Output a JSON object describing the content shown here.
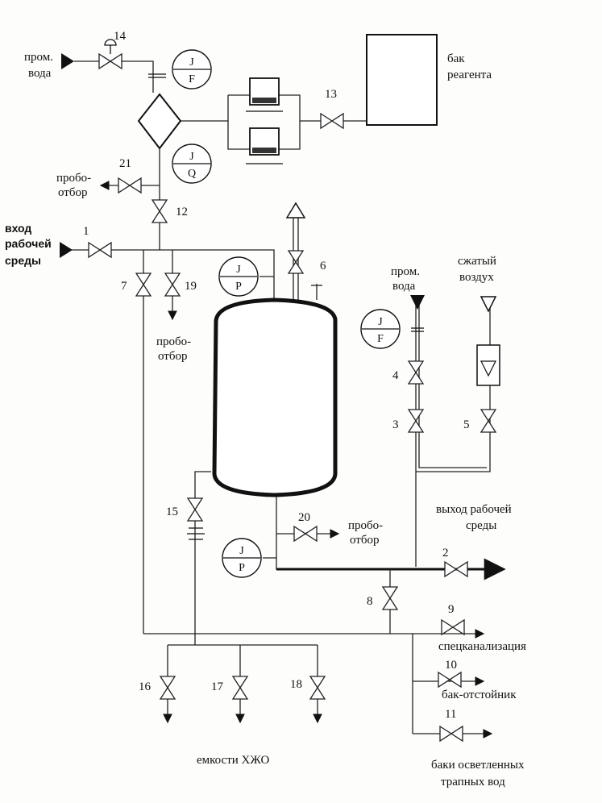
{
  "labels": {
    "prom_voda_top": [
      "пром.",
      "вода"
    ],
    "bak_reagenta": [
      "бак",
      "реагента"
    ],
    "probootbor_top": [
      "пробо-",
      "отбор"
    ],
    "vhod": [
      "вход",
      "рабочей",
      "среды"
    ],
    "probootbor_mid": [
      "пробо-",
      "отбор"
    ],
    "prom_voda_right": [
      "пром.",
      "вода"
    ],
    "szhatyi_vozduh": [
      "сжатый",
      "воздух"
    ],
    "vyhod": [
      "выход рабочей",
      "среды"
    ],
    "probootbor_bottom": [
      "пробо-",
      "отбор"
    ],
    "speckanalizaciya": "спецканализация",
    "bak_otstoinik": "бак-отстойник",
    "emkosti": "емкости ХЖО",
    "baki_osvetlennyh": [
      "баки осветленных",
      "трапных вод"
    ]
  },
  "valves": [
    {
      "id": "1",
      "label": "1"
    },
    {
      "id": "2",
      "label": "2"
    },
    {
      "id": "3",
      "label": "3"
    },
    {
      "id": "4",
      "label": "4"
    },
    {
      "id": "5",
      "label": "5"
    },
    {
      "id": "6",
      "label": "6"
    },
    {
      "id": "7",
      "label": "7"
    },
    {
      "id": "8",
      "label": "8"
    },
    {
      "id": "9",
      "label": "9"
    },
    {
      "id": "10",
      "label": "10"
    },
    {
      "id": "11",
      "label": "11"
    },
    {
      "id": "12",
      "label": "12"
    },
    {
      "id": "13",
      "label": "13"
    },
    {
      "id": "14",
      "label": "14"
    },
    {
      "id": "15",
      "label": "15"
    },
    {
      "id": "16",
      "label": "16"
    },
    {
      "id": "17",
      "label": "17"
    },
    {
      "id": "18",
      "label": "18"
    },
    {
      "id": "19",
      "label": "19"
    },
    {
      "id": "20",
      "label": "20"
    },
    {
      "id": "21",
      "label": "21"
    }
  ],
  "instruments": [
    {
      "id": "jf_top",
      "top": "J",
      "bottom": "F"
    },
    {
      "id": "jq",
      "top": "J",
      "bottom": "Q"
    },
    {
      "id": "jp_top",
      "top": "J",
      "bottom": "P"
    },
    {
      "id": "jf_right",
      "top": "J",
      "bottom": "F"
    },
    {
      "id": "jp_bottom",
      "top": "J",
      "bottom": "P"
    }
  ],
  "colors": {
    "line": "#222222",
    "background": "#fdfdfb"
  }
}
